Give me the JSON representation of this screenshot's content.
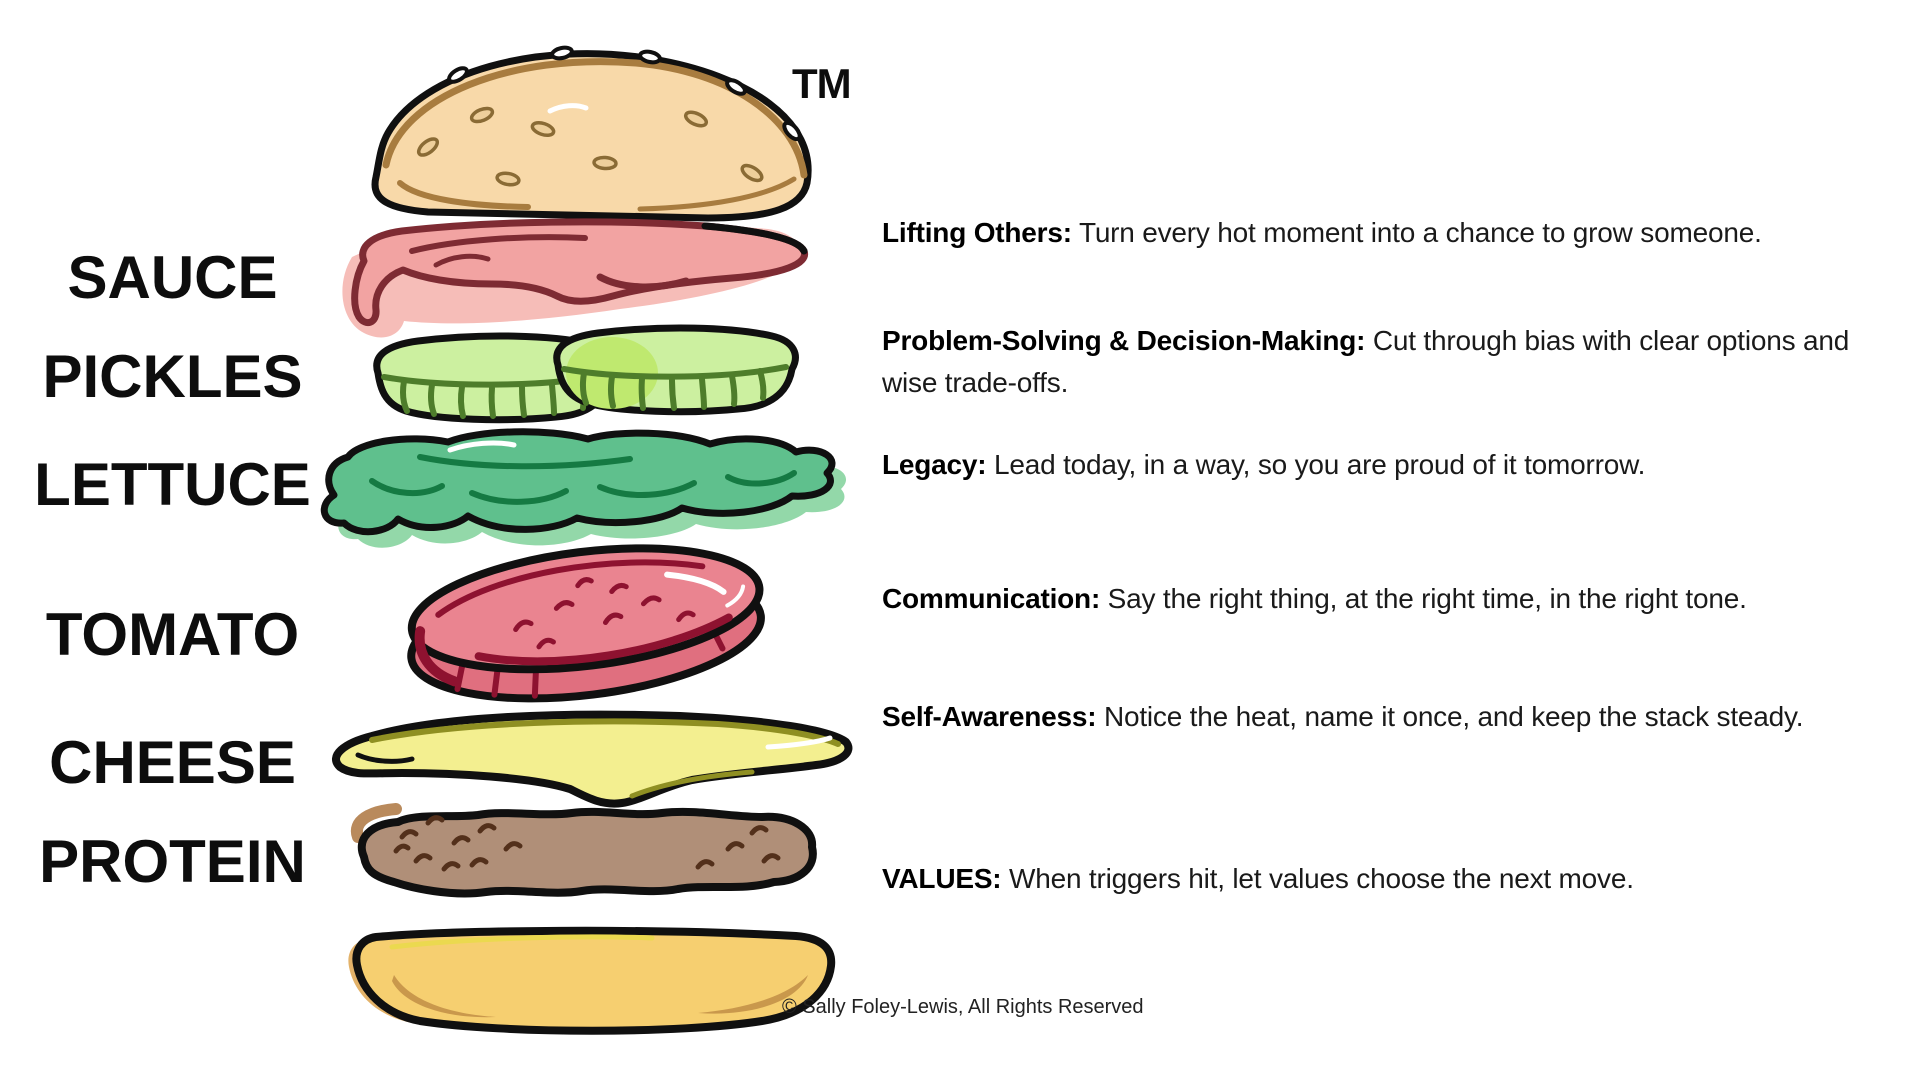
{
  "diagram": {
    "trademark": "TM",
    "copyright": "© Sally Foley-Lewis, All Rights Reserved",
    "layers": [
      {
        "label": "SAUCE"
      },
      {
        "label": "PICKLES"
      },
      {
        "label": "LETTUCE"
      },
      {
        "label": "TOMATO"
      },
      {
        "label": "CHEESE"
      },
      {
        "label": "PROTEIN"
      }
    ],
    "descriptions": [
      {
        "term": "Lifting Others:",
        "text": " Turn every hot moment into a chance to grow someone."
      },
      {
        "term": "Problem-Solving & Decision-Making:",
        "text": " Cut through bias with clear options and wise trade-offs."
      },
      {
        "term": "Legacy:",
        "text": " Lead today, in a way, so you are proud of it tomorrow."
      },
      {
        "term": "Communication:",
        "text": " Say the right thing, at the right time, in the right tone."
      },
      {
        "term": "Self-Awareness:",
        "text": " Notice the heat, name it once, and keep the stack steady."
      },
      {
        "term": "VALUES:",
        "text": " When triggers hit, let values choose the next move."
      }
    ],
    "colors": {
      "top_bun": "#F8D9A9",
      "top_bun_accent": "#A87C3F",
      "sauce": "#F2A3A2",
      "sauce_accent": "#7E2B33",
      "pickles": "#CCF0A0",
      "pickles_accent": "#4E7D2B",
      "lettuce": "#5FC08D",
      "lettuce_accent": "#157A43",
      "tomato": "#EA8490",
      "tomato_accent": "#8E1230",
      "cheese": "#F3EF90",
      "cheese_accent": "#8F8F22",
      "protein": "#B08F78",
      "protein_accent": "#53301B",
      "bottom_bun": "#F6CF70",
      "bottom_bun_accent": "#C9984C",
      "outline": "#101010"
    }
  }
}
